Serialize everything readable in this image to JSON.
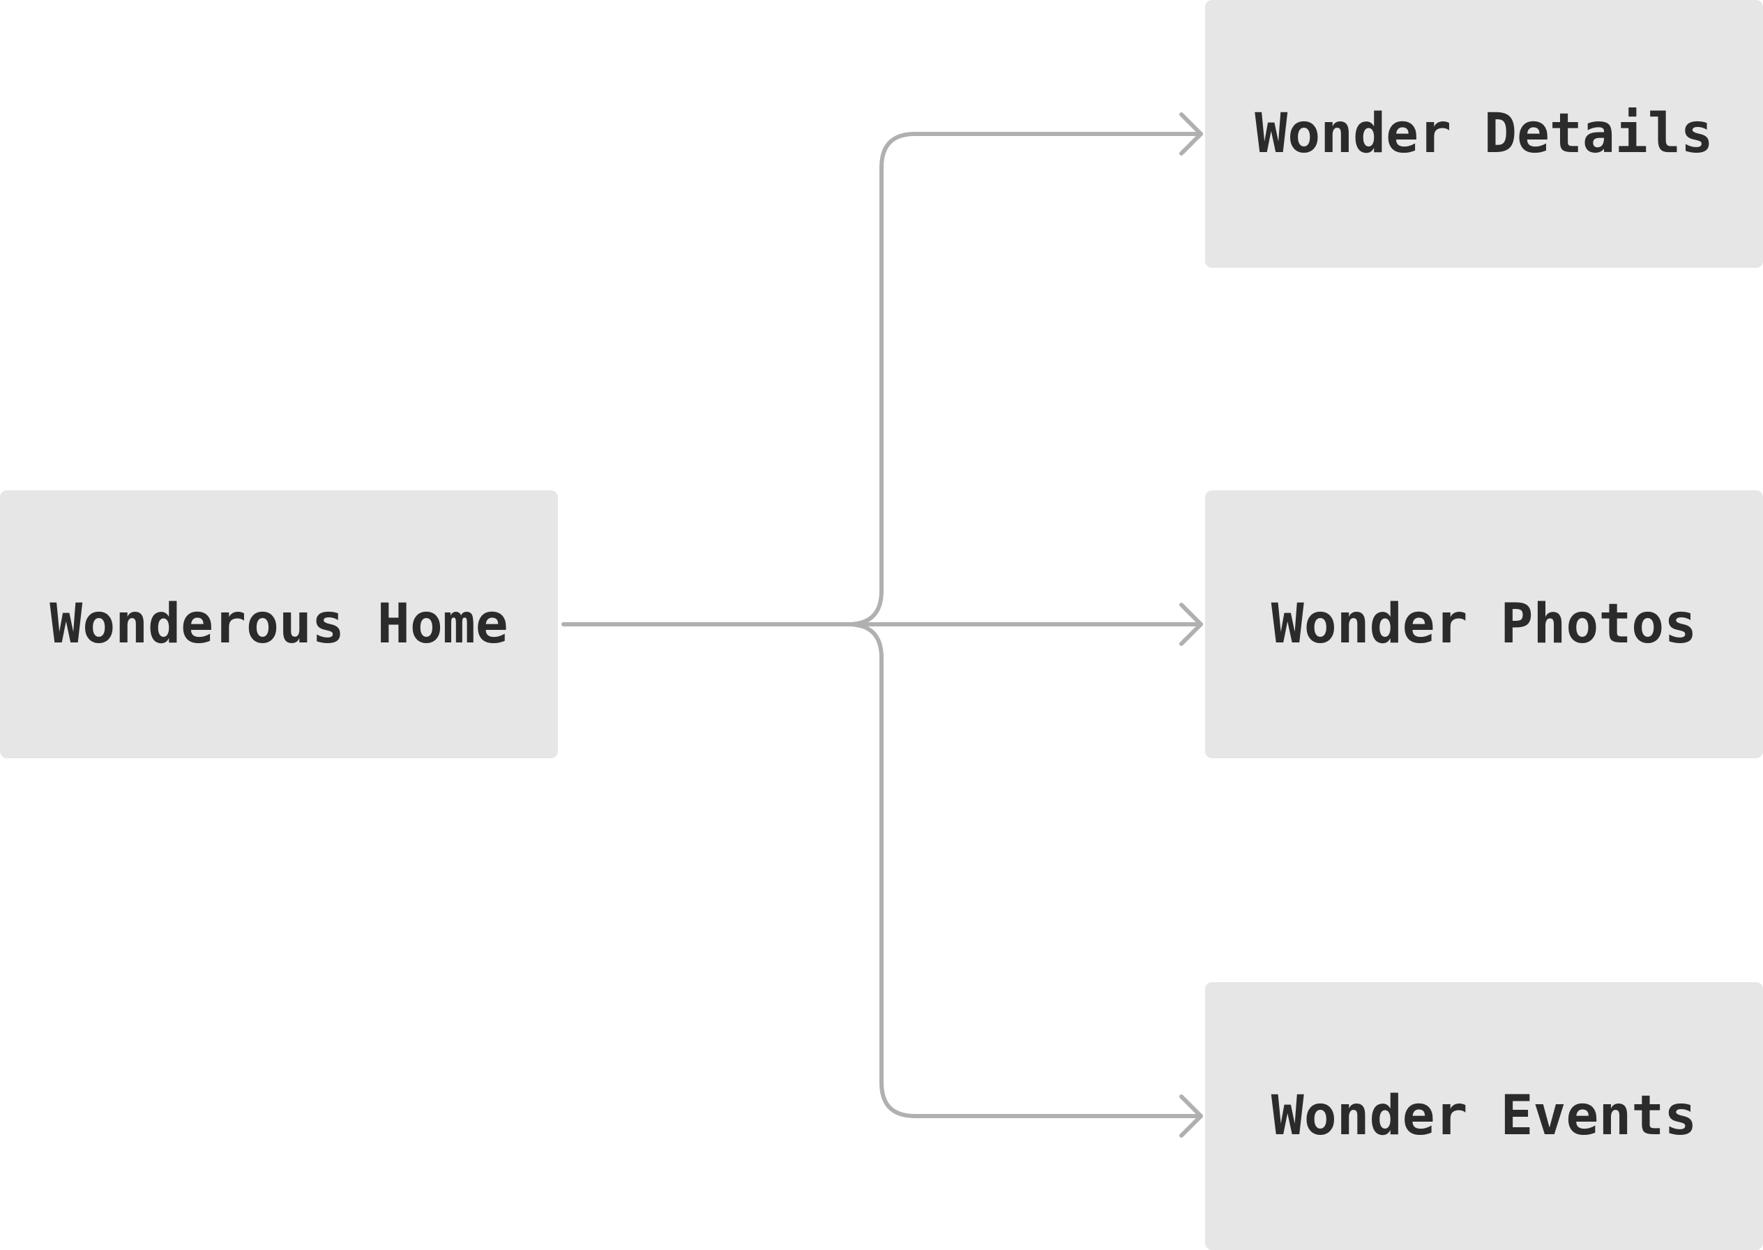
{
  "diagram": {
    "nodes": [
      {
        "id": "home",
        "label": "Wonderous Home"
      },
      {
        "id": "details",
        "label": "Wonder Details"
      },
      {
        "id": "photos",
        "label": "Wonder Photos"
      },
      {
        "id": "events",
        "label": "Wonder Events"
      }
    ],
    "edges": [
      {
        "from": "home",
        "to": "details"
      },
      {
        "from": "home",
        "to": "photos"
      },
      {
        "from": "home",
        "to": "events"
      }
    ],
    "colors": {
      "node_fill": "#e6e6e6",
      "node_text": "#2b2b2b",
      "connector": "#b0b0b0",
      "background": "#ffffff"
    }
  }
}
